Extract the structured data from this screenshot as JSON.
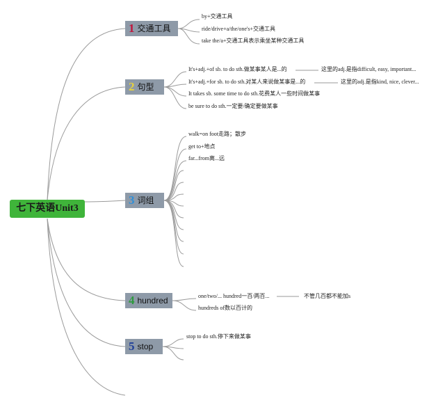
{
  "root": {
    "label": "七下英语Unit3",
    "color": "#3fb43a"
  },
  "branches": [
    {
      "number": "1",
      "label": "交通工具",
      "number_color": "#c0143c",
      "items": [
        "by+交通工具",
        "ride/drive+a/the/one's+交通工具",
        "take the/a+交通工具表示乘坐某种交通工具"
      ]
    },
    {
      "number": "2",
      "label": "句型",
      "number_color": "#e8d23a",
      "items": [
        "It's+adj.+of sb. to do sth.做某事某人是...的",
        "It's+adj.+for sb. to do sth.对某人来说做某事是...的",
        "It takes sb. some time to do sth.花费某人一些时间做某事",
        "be sure to do sth.一定要/确定要做某事"
      ],
      "notes": [
        "这里的adj.是指difficult, easy, important...",
        "这里的adj.是指kind, nice, clever..."
      ]
    },
    {
      "number": "3",
      "label": "词组",
      "number_color": "#2f8fd8",
      "items": [
        "walk=on foot走路；散步",
        "get to+地点",
        "far...from离...远"
      ]
    },
    {
      "number": "4",
      "label": "hundred",
      "number_color": "#2e9a3e",
      "items": [
        "one/two/... hundred一百/两百...",
        "hundreds of数以百计的"
      ],
      "notes": [
        "不管几百都不能加s"
      ]
    },
    {
      "number": "5",
      "label": "stop",
      "number_color": "#1f3f99",
      "items": [
        "stop to do sth.停下来做某事"
      ]
    }
  ],
  "colors": {
    "branch_bg": "#8e9aa8",
    "line": "#9a9a9a"
  }
}
